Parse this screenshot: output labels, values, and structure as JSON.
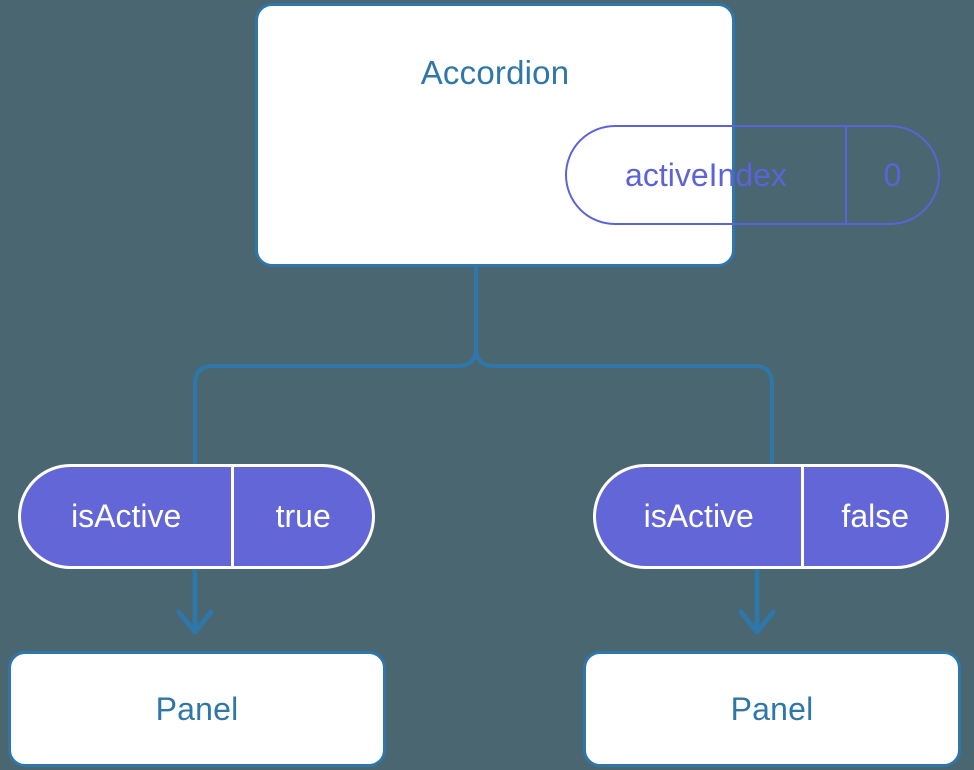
{
  "diagram": {
    "title_node": {
      "label": "Accordion",
      "state_pill": {
        "key": "activeIndex",
        "value": "0"
      }
    },
    "branches": [
      {
        "pill": {
          "key": "isActive",
          "value": "true"
        },
        "leaf": {
          "label": "Panel"
        }
      },
      {
        "pill": {
          "key": "isActive",
          "value": "false"
        },
        "leaf": {
          "label": "Panel"
        }
      }
    ]
  },
  "colors": {
    "background": "#4a6670",
    "card_border": "#2f77a9",
    "card_fill": "#ffffff",
    "title_text": "#2f77a9",
    "outline_pill_stroke": "#5c63d8",
    "solid_pill_fill": "#6366d6",
    "solid_pill_stroke": "#ffffff",
    "solid_pill_text": "#ffffff",
    "connector_line": "#2f77a9"
  }
}
